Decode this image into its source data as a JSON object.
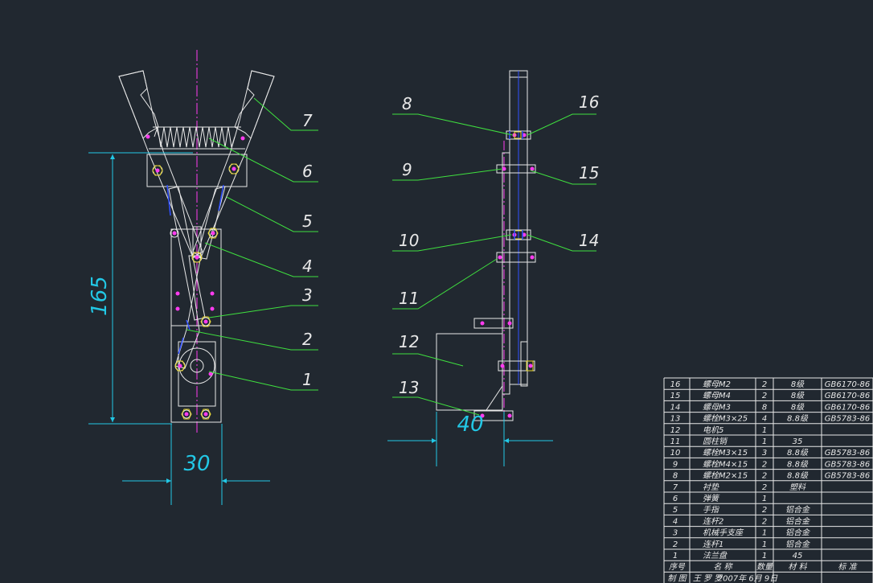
{
  "colors": {
    "background": "#212830",
    "white": "#e8e8e8",
    "green": "#3fe03f",
    "cyan": "#22c8e6",
    "magenta": "#ff3cf0",
    "yellow": "#e6d428",
    "blue": "#3050ff"
  },
  "dimensions": {
    "height": "165",
    "width_left": "30",
    "width_right": "40"
  },
  "callouts_left": [
    "7",
    "6",
    "5",
    "4",
    "3",
    "2",
    "1"
  ],
  "callouts_right_left": [
    "8",
    "9",
    "10",
    "11",
    "12",
    "13"
  ],
  "callouts_right_right": [
    "16",
    "15",
    "14"
  ],
  "parts_table": {
    "rows": [
      {
        "no": "16",
        "name": "螺母M2",
        "qty": "2",
        "material": "8级",
        "std": "GB6170-86"
      },
      {
        "no": "15",
        "name": "螺母M4",
        "qty": "2",
        "material": "8级",
        "std": "GB6170-86"
      },
      {
        "no": "14",
        "name": "螺母M3",
        "qty": "8",
        "material": "8级",
        "std": "GB6170-86"
      },
      {
        "no": "13",
        "name": "螺栓M3×25",
        "qty": "4",
        "material": "8.8级",
        "std": "GB5783-86"
      },
      {
        "no": "12",
        "name": "电机5",
        "qty": "1",
        "material": "",
        "std": ""
      },
      {
        "no": "11",
        "name": "圆柱销",
        "qty": "1",
        "material": "35",
        "std": ""
      },
      {
        "no": "10",
        "name": "螺栓M3×15",
        "qty": "3",
        "material": "8.8级",
        "std": "GB5783-86"
      },
      {
        "no": "9",
        "name": "螺栓M4×15",
        "qty": "2",
        "material": "8.8级",
        "std": "GB5783-86"
      },
      {
        "no": "8",
        "name": "螺栓M2×15",
        "qty": "2",
        "material": "8.8级",
        "std": "GB5783-86"
      },
      {
        "no": "7",
        "name": "衬垫",
        "qty": "2",
        "material": "塑料",
        "std": ""
      },
      {
        "no": "6",
        "name": "弹簧",
        "qty": "1",
        "material": "",
        "std": ""
      },
      {
        "no": "5",
        "name": "手指",
        "qty": "2",
        "material": "铝合金",
        "std": ""
      },
      {
        "no": "4",
        "name": "连杆2",
        "qty": "2",
        "material": "铝合金",
        "std": ""
      },
      {
        "no": "3",
        "name": "机械手支座",
        "qty": "1",
        "material": "铝合金",
        "std": ""
      },
      {
        "no": "2",
        "name": "连杆1",
        "qty": "1",
        "material": "铝合金",
        "std": ""
      },
      {
        "no": "1",
        "name": "法兰盘",
        "qty": "1",
        "material": "45",
        "std": ""
      }
    ],
    "header": {
      "no": "序号",
      "name": "名 称",
      "qty": "数量",
      "material": "材 料",
      "std": "标 准"
    },
    "footer": {
      "label": "制 图",
      "person": "王 罗 罗",
      "date": "2007年 6月 9日"
    }
  }
}
